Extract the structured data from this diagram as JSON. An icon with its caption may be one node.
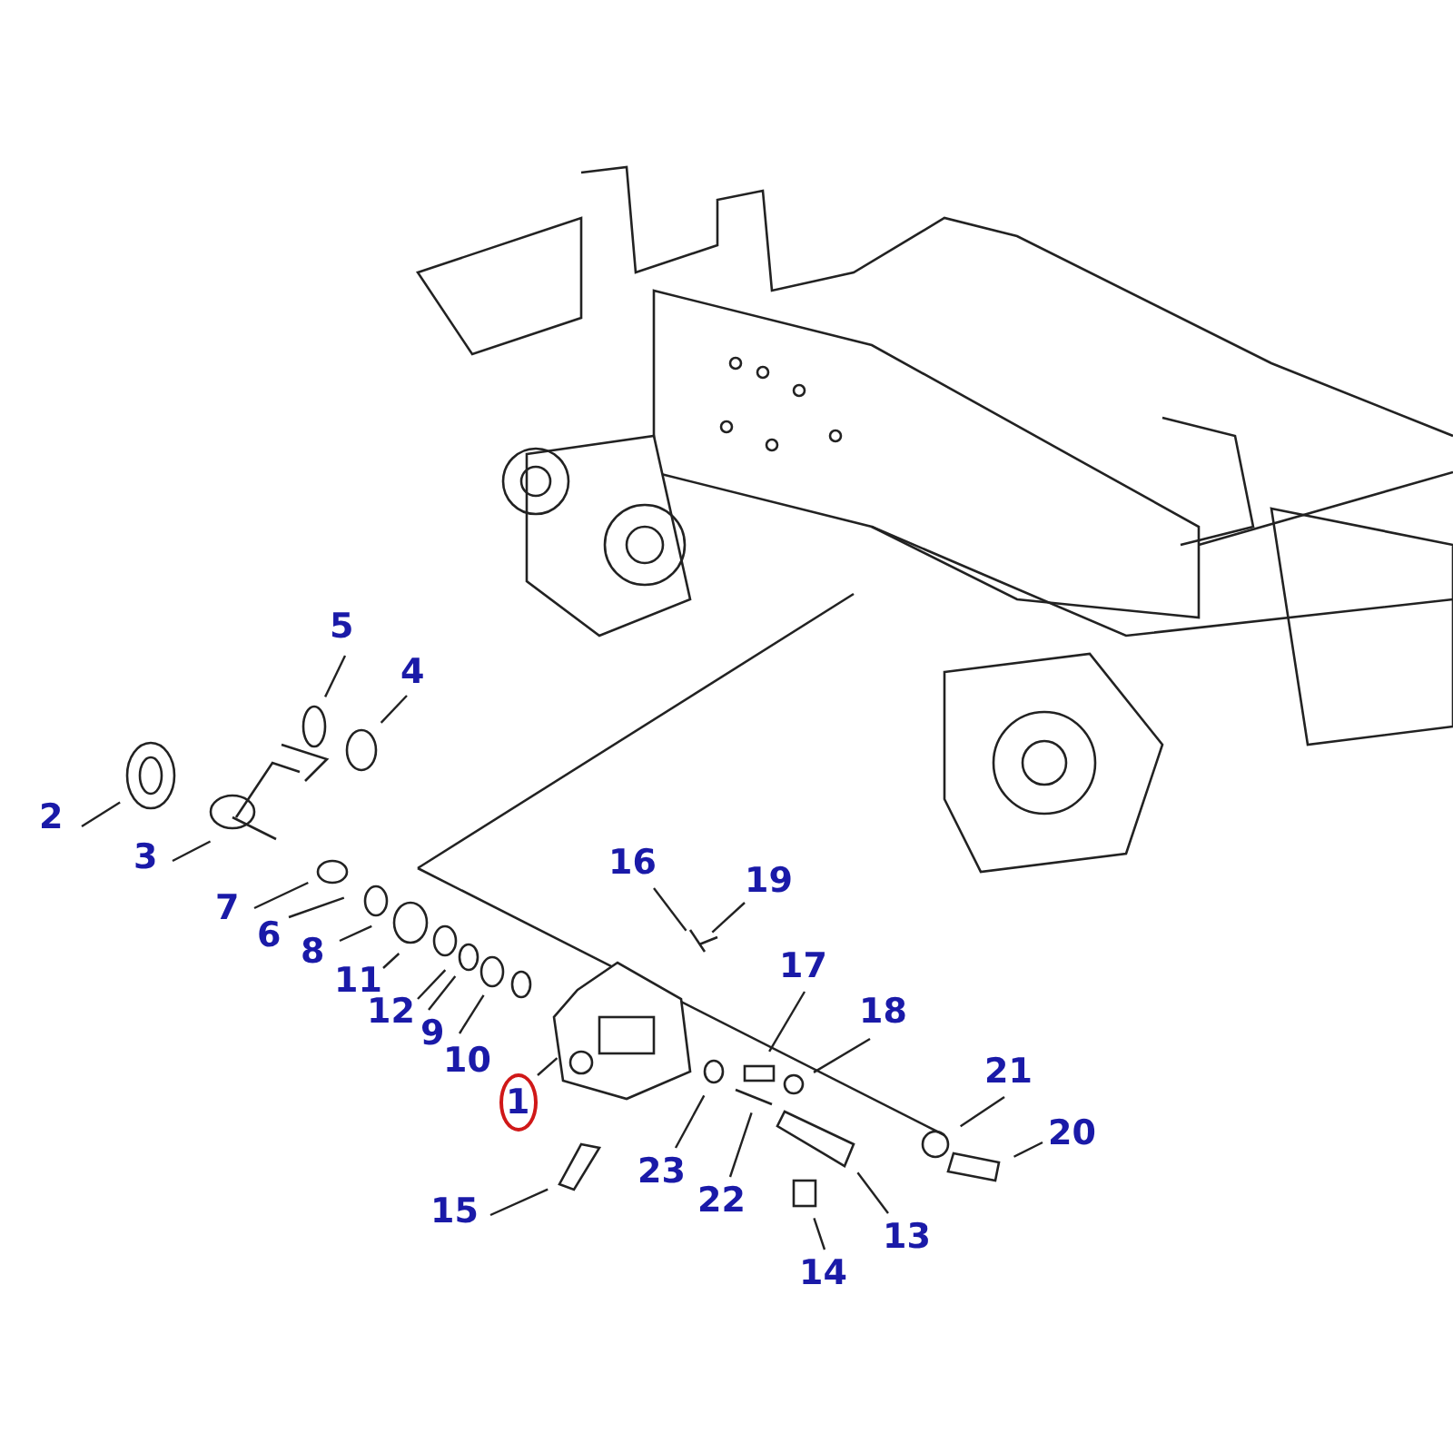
{
  "diagram": {
    "nodes": [
      {
        "text": [
          "1"
        ]
      },
      {
        "text": [
          "2"
        ]
      },
      {
        "text": [
          "3"
        ]
      },
      {
        "text": [
          "4"
        ]
      },
      {
        "text": [
          "5"
        ]
      },
      {
        "text": [
          "6"
        ]
      },
      {
        "text": [
          "7"
        ]
      },
      {
        "text": [
          "8"
        ]
      },
      {
        "text": [
          "9"
        ]
      },
      {
        "text": [
          "10"
        ]
      },
      {
        "text": [
          "11"
        ]
      },
      {
        "text": [
          "12"
        ]
      },
      {
        "text": [
          "13"
        ]
      },
      {
        "text": [
          "14"
        ]
      },
      {
        "text": [
          "15"
        ]
      },
      {
        "text": [
          "16"
        ]
      },
      {
        "text": [
          "17"
        ]
      },
      {
        "text": [
          "18"
        ]
      },
      {
        "text": [
          "19"
        ]
      },
      {
        "text": [
          "20"
        ]
      },
      {
        "text": [
          "21"
        ]
      },
      {
        "text": [
          "22"
        ]
      },
      {
        "text": [
          "23"
        ]
      }
    ],
    "edges": [
      {
        "from": 0,
        "to": null,
        "arrow": "none"
      },
      {
        "from": 1,
        "to": null,
        "arrow": "none"
      },
      {
        "from": 2,
        "to": null,
        "arrow": "none"
      },
      {
        "from": 3,
        "to": null,
        "arrow": "none"
      },
      {
        "from": 4,
        "to": null,
        "arrow": "none"
      },
      {
        "from": 5,
        "to": null,
        "arrow": "none"
      },
      {
        "from": 6,
        "to": null,
        "arrow": "none"
      },
      {
        "from": 7,
        "to": null,
        "arrow": "none"
      },
      {
        "from": 8,
        "to": null,
        "arrow": "none"
      },
      {
        "from": 9,
        "to": null,
        "arrow": "none"
      },
      {
        "from": 10,
        "to": null,
        "arrow": "none"
      },
      {
        "from": 11,
        "to": null,
        "arrow": "none"
      },
      {
        "from": 12,
        "to": null,
        "arrow": "none"
      },
      {
        "from": 13,
        "to": null,
        "arrow": "none"
      },
      {
        "from": 14,
        "to": null,
        "arrow": "none"
      },
      {
        "from": 15,
        "to": null,
        "arrow": "none"
      },
      {
        "from": 16,
        "to": null,
        "arrow": "none"
      },
      {
        "from": 17,
        "to": null,
        "arrow": "none"
      },
      {
        "from": 18,
        "to": null,
        "arrow": "none"
      },
      {
        "from": 19,
        "to": null,
        "arrow": "none"
      },
      {
        "from": 20,
        "to": null,
        "arrow": "none"
      },
      {
        "from": 21,
        "to": null,
        "arrow": "none"
      },
      {
        "from": 22,
        "to": null,
        "arrow": "none"
      }
    ]
  }
}
